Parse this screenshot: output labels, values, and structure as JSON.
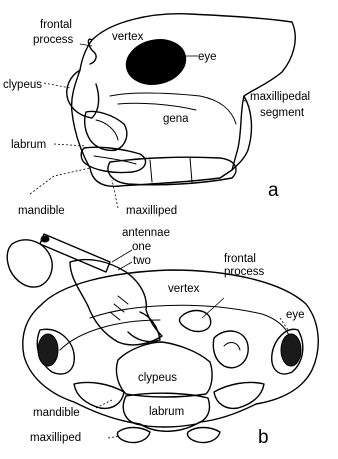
{
  "panel_a": {
    "letter": "a",
    "labels": {
      "frontal_process_line1": "frontal",
      "frontal_process_line2": "process",
      "vertex": "vertex",
      "eye": "eye",
      "clypeus": "clypeus",
      "maxillipedal_line1": "maxillipedal",
      "maxillipedal_line2": "segment",
      "gena": "gena",
      "labrum": "labrum",
      "mandible": "mandible",
      "maxilliped": "maxilliped"
    }
  },
  "panel_b": {
    "letter": "b",
    "labels": {
      "antennae": "antennae",
      "one": "one",
      "two": "two",
      "frontal_process_line1": "frontal",
      "frontal_process_line2": "process",
      "vertex": "vertex",
      "eye": "eye",
      "clypeus": "clypeus",
      "labrum": "labrum",
      "mandible": "mandible",
      "maxilliped": "maxilliped"
    }
  }
}
